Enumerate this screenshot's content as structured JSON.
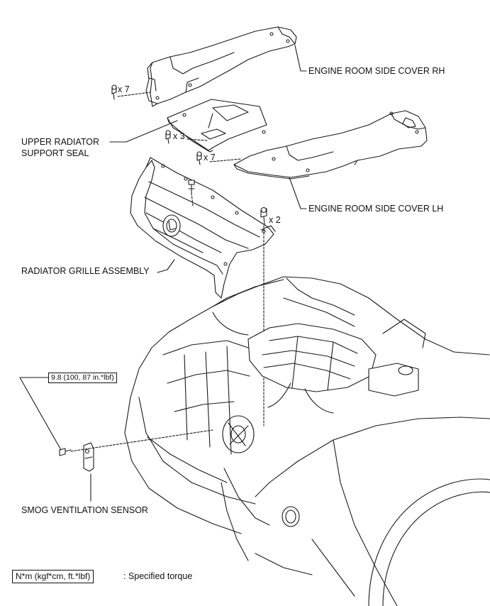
{
  "labels": {
    "engine_room_side_cover_rh": "ENGINE ROOM SIDE COVER RH",
    "upper_radiator_support_seal_line1": "UPPER RADIATOR",
    "upper_radiator_support_seal_line2": "SUPPORT SEAL",
    "engine_room_side_cover_lh": "ENGINE ROOM SIDE COVER LH",
    "radiator_grille_assembly": "RADIATOR GRILLE ASSEMBLY",
    "smog_ventilation_sensor": "SMOG VENTILATION SENSOR"
  },
  "quantities": {
    "rh_cover_clips": "x 7",
    "seal_clips": "x 3",
    "lh_cover_clips": "x 7",
    "grille_clips": "x 2"
  },
  "torque": {
    "smog_sensor_bolt": "9.8 (100, 87 in.*lbf)"
  },
  "legend": {
    "unit_box": "N*m (kgf*cm, ft.*lbf)",
    "description": ": Specified torque"
  }
}
